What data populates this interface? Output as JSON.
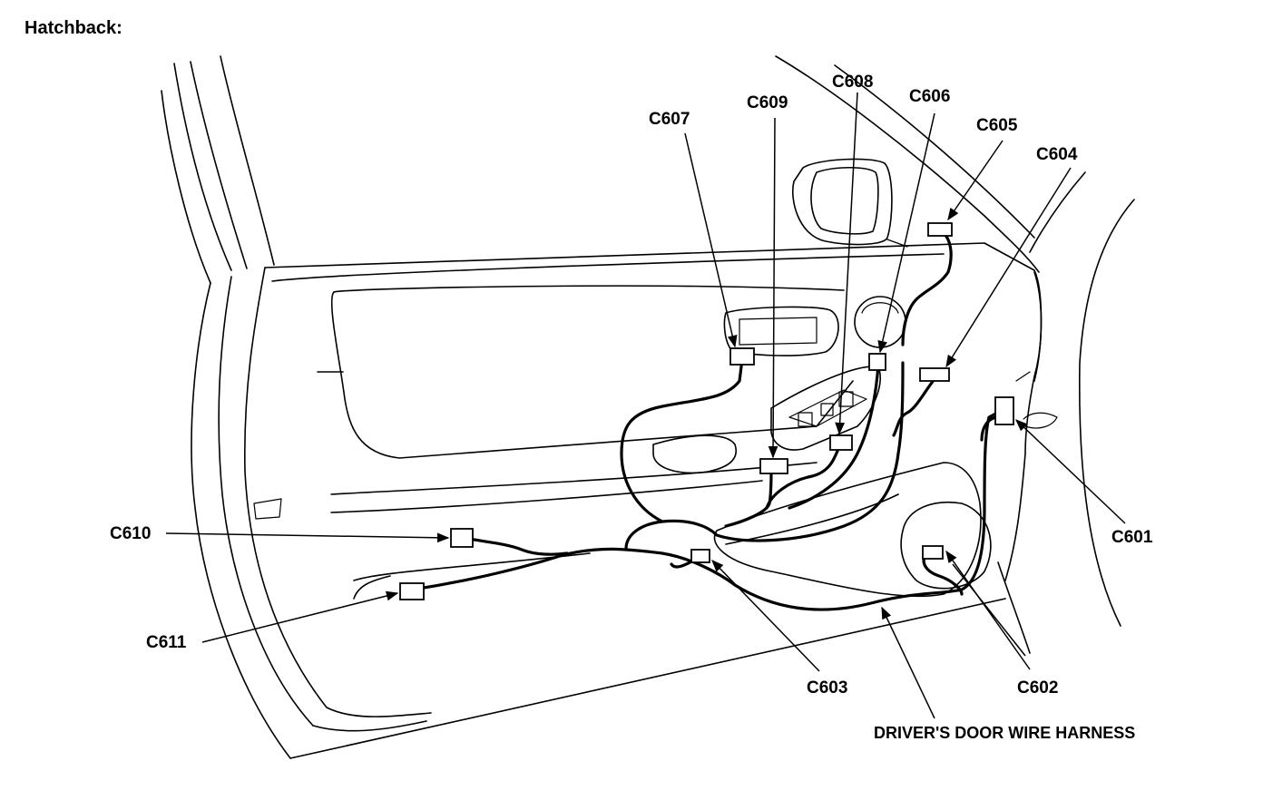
{
  "title": "Hatchback:",
  "caption": "DRIVER'S DOOR WIRE HARNESS",
  "connectors": [
    "C601",
    "C602",
    "C603",
    "C604",
    "C605",
    "C606",
    "C607",
    "C608",
    "C609",
    "C610",
    "C611"
  ]
}
